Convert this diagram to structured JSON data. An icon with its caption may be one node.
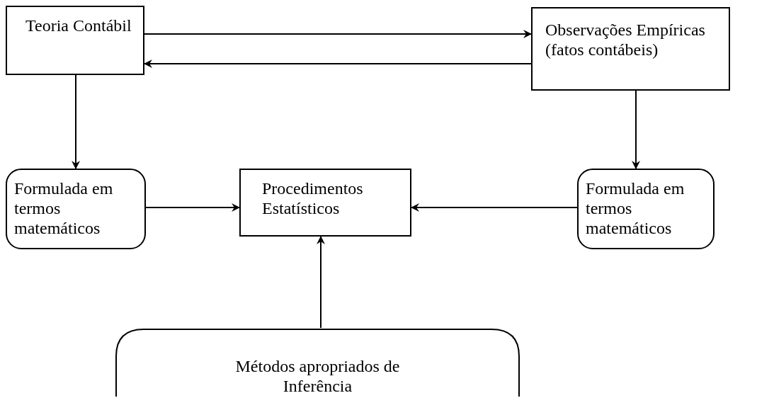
{
  "diagram": {
    "nodes": [
      {
        "text": [
          "Teoria Contábil"
        ]
      },
      {
        "text": [
          "Observações Empíricas (fatos contábeis)"
        ]
      },
      {
        "text": [
          "Formulada em termos matemáticos"
        ]
      },
      {
        "text": [
          "Procedimentos Estatísticos"
        ]
      },
      {
        "text": [
          "Formulada em termos matemáticos"
        ]
      },
      {
        "text": [
          "Métodos apropriados de Inferência"
        ]
      }
    ],
    "edges": [
      {
        "from": 0,
        "to": 1,
        "arrow": "to"
      },
      {
        "from": 1,
        "to": 0,
        "arrow": "to"
      },
      {
        "from": 0,
        "to": 2,
        "arrow": "to"
      },
      {
        "from": 1,
        "to": 4,
        "arrow": "to"
      },
      {
        "from": 2,
        "to": 3,
        "arrow": "to"
      },
      {
        "from": 4,
        "to": 3,
        "arrow": "to"
      },
      {
        "from": 5,
        "to": 3,
        "arrow": "to"
      }
    ]
  }
}
